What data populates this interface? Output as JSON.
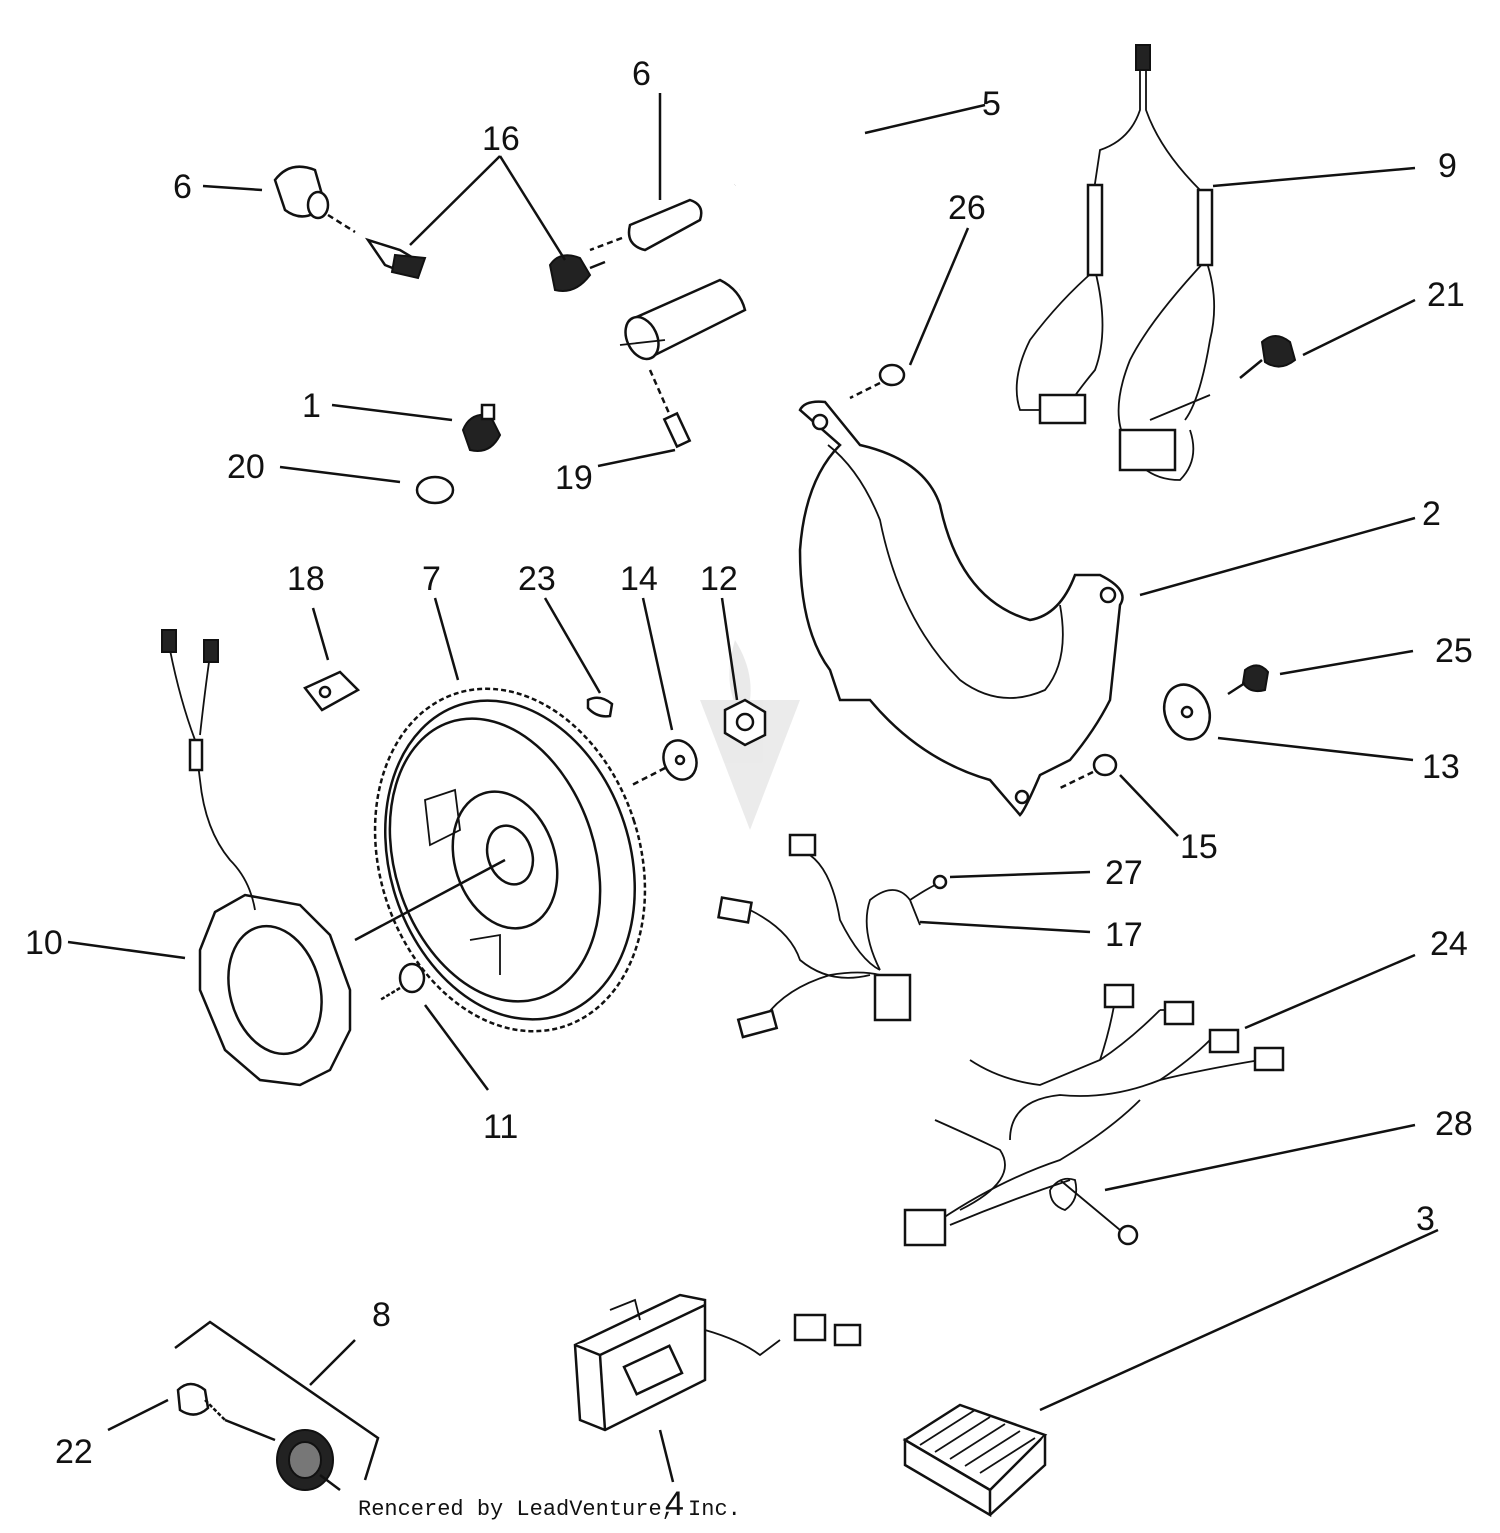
{
  "callouts": {
    "c1": "1",
    "c2": "2",
    "c3": "3",
    "c4": "4",
    "c5": "5",
    "c6a": "6",
    "c6b": "6",
    "c7": "7",
    "c8": "8",
    "c9": "9",
    "c10": "10",
    "c11": "11",
    "c12": "12",
    "c13": "13",
    "c14": "14",
    "c15": "15",
    "c16": "16",
    "c17": "17",
    "c18": "18",
    "c19": "19",
    "c20": "20",
    "c21": "21",
    "c22": "22",
    "c23": "23",
    "c24": "24",
    "c25": "25",
    "c26": "26",
    "c27": "27",
    "c28": "28"
  },
  "credit": "Rencered by LeadVenture, Inc.",
  "colors": {
    "ink": "#111111",
    "background": "#ffffff"
  }
}
